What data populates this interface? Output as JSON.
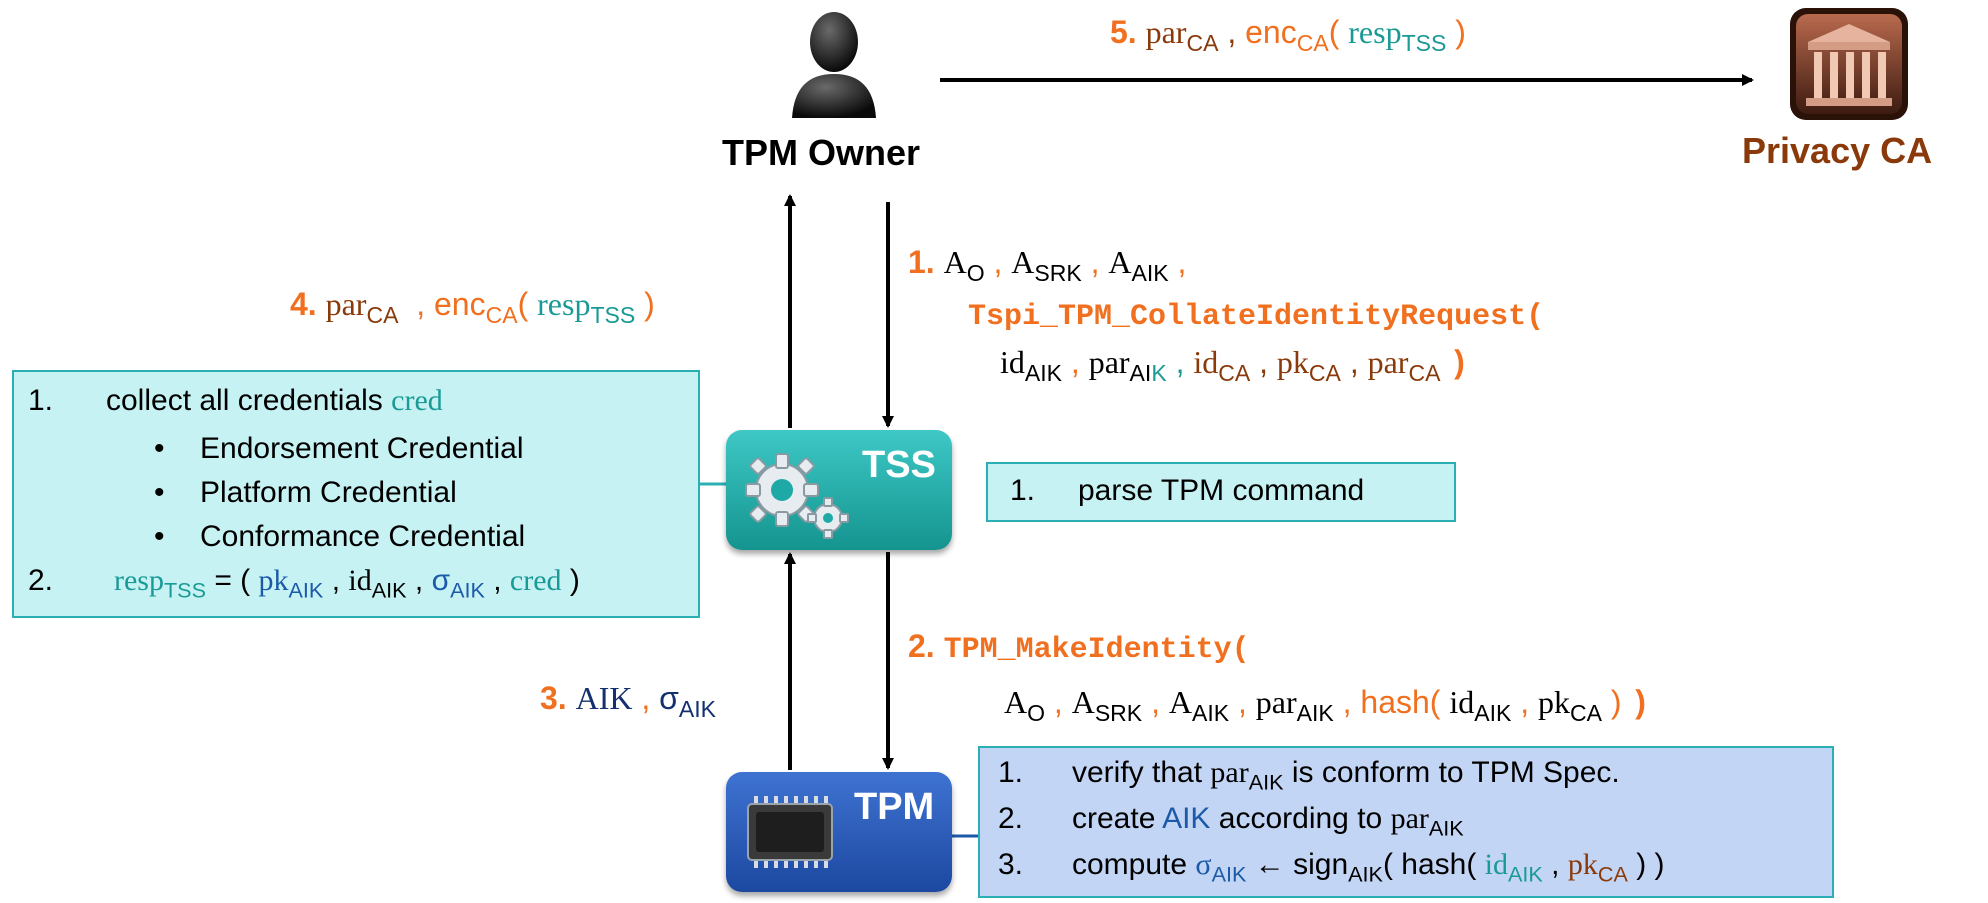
{
  "actors": {
    "owner": "TPM Owner",
    "privacy_ca": "Privacy CA",
    "tss": "TSS",
    "tpm": "TPM"
  },
  "steps": {
    "s1": {
      "num": "1.",
      "call": "Tspi_TPM_CollateIdentityRequest(",
      "close": ")"
    },
    "s2": {
      "num": "2.",
      "call": "TPM_MakeIdentity(",
      "hash": "hash(",
      "close": ")"
    },
    "s3": {
      "num": "3.",
      "aik": "AIK"
    },
    "s4": {
      "num": "4.",
      "enc": "enc"
    },
    "s5": {
      "num": "5.",
      "enc": "enc"
    }
  },
  "left_box": {
    "item1": "collect all credentials",
    "item1_num": "1.",
    "cred": "cred",
    "bullets": [
      "Endorsement Credential",
      "Platform Credential",
      "Conformance Credential"
    ],
    "bullet_glyph": "•",
    "item2_num": "2."
  },
  "tss_box": {
    "num": "1.",
    "text": "parse TPM command"
  },
  "tpm_box": {
    "n1": "1.",
    "t1a": "verify that",
    "t1b": "is conform to TPM Spec.",
    "n2": "2.",
    "t2a": "create",
    "t2aik": "AIK",
    "t2b": "according to",
    "n3": "3.",
    "t3a": "compute",
    "t3sign": "sign",
    "t3hash": "( hash(",
    "t3close": ") )"
  },
  "sym": {
    "A": "A",
    "O": "O",
    "SRK": "SRK",
    "AIK": "AIK",
    "CA": "CA",
    "TSS": "TSS",
    "id": "id",
    "par": "par",
    "pk": "pk",
    "resp": "resp",
    "sigma": "σ",
    "arrow": "←",
    "comma": ",",
    "eq": "= (",
    "rparen": ")",
    "lparen": "("
  },
  "colors": {
    "orange": "#f07020",
    "brown": "#8a3a0a",
    "teal": "#1a9a96",
    "blue": "#1b5aa8",
    "tss_chip": "#1fa9a6",
    "tpm_chip": "#2a5cc0",
    "box_cyan": "#c7f2f4",
    "box_blue": "#c3d5f5"
  },
  "icons": [
    "person-silhouette-icon",
    "courthouse-icon",
    "gears-icon",
    "chip-icon"
  ]
}
